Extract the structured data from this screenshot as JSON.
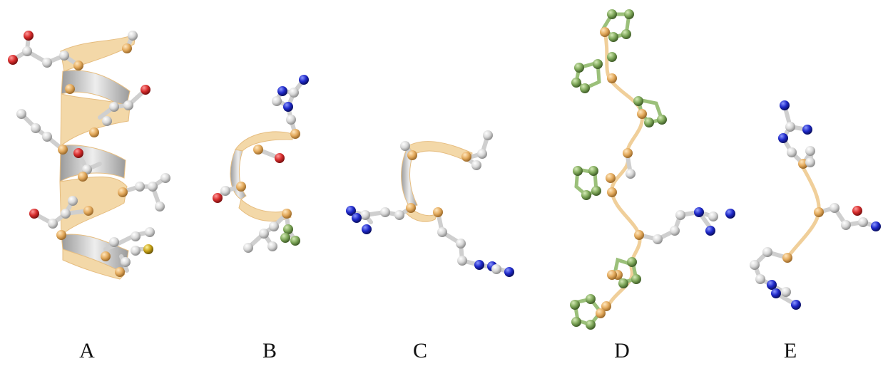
{
  "panels": [
    {
      "id": "A",
      "label": "A"
    },
    {
      "id": "B",
      "label": "B"
    },
    {
      "id": "C",
      "label": "C"
    },
    {
      "id": "D",
      "label": "D"
    },
    {
      "id": "E",
      "label": "E"
    }
  ],
  "colors": {
    "ribbon_fill": "#f3d8a8",
    "ribbon_edge": "#e8bf80",
    "ribbon_shadow": "#bdbdbd",
    "carbon": "#e1e1e1",
    "backbone": "#e3a85a",
    "oxygen": "#d62c2c",
    "nitrogen": "#1e28c8",
    "sulfur": "#c9a418",
    "ring_green": "#7fa85a"
  }
}
